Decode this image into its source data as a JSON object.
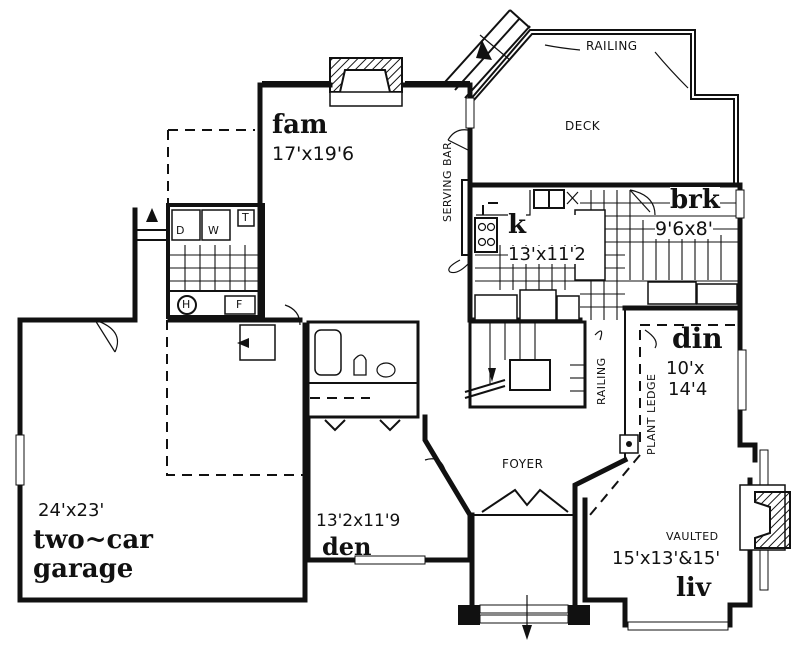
{
  "plan": {
    "type": "house floor plan (main level)",
    "rooms": [
      {
        "id": "fam",
        "name": "fam",
        "dims": "17'x19'6"
      },
      {
        "id": "deck",
        "name": "DECK",
        "dims": ""
      },
      {
        "id": "kitchen",
        "name": "k",
        "dims": "13'x11'2"
      },
      {
        "id": "breakfast",
        "name": "brk",
        "dims": "9'6x8'"
      },
      {
        "id": "dining",
        "name": "din",
        "dims_line1": "10'x",
        "dims_line2": "14'4"
      },
      {
        "id": "living",
        "name": "liv",
        "note": "VAULTED",
        "dims": "15'x13'&15'"
      },
      {
        "id": "foyer",
        "name": "FOYER"
      },
      {
        "id": "den",
        "name": "den",
        "dims": "13'2x11'9"
      },
      {
        "id": "garage",
        "name_line1": "two~car",
        "name_line2": "garage",
        "dims": "24'x23'"
      }
    ],
    "annotations": {
      "railing_deck": "RAILING",
      "railing_stair": "RAILING",
      "serving_bar": "SERVING BAR",
      "plant_ledge": "PLANT LEDGE"
    },
    "laundry": {
      "dryer": "D",
      "washer": "W",
      "tub": "T",
      "water_heater": "H",
      "furnace": "F"
    }
  }
}
